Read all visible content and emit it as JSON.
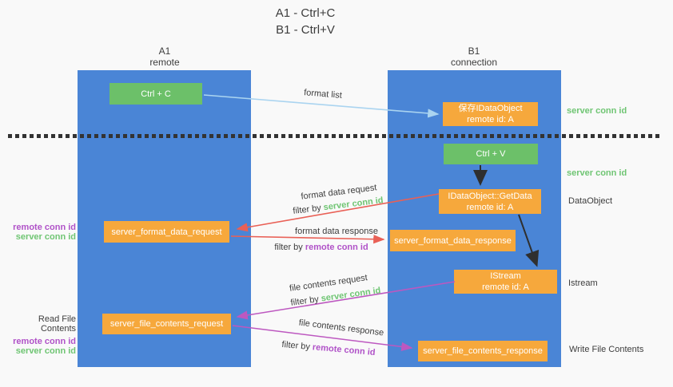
{
  "title": {
    "line1": "A1 - Ctrl+C",
    "line2": "B1 - Ctrl+V"
  },
  "lanes": {
    "left": {
      "title": "A1",
      "subtitle": "remote"
    },
    "right": {
      "title": "B1",
      "subtitle": "connection"
    }
  },
  "nodes": {
    "ctrl_c": "Ctrl + C",
    "ctrl_v": "Ctrl + V",
    "save_idataobject": {
      "line1": "保存IDataObject",
      "line2": "remote id: A"
    },
    "getdata": {
      "line1": "IDataObject::GetData",
      "line2": "remote id: A"
    },
    "istream": {
      "line1": "IStream",
      "line2": "remote id: A"
    },
    "format_request": "server_format_data_request",
    "format_response": "server_format_data_response",
    "file_request": "server_file_contents_request",
    "file_response": "server_file_contents_response"
  },
  "labels": {
    "format_list": "format list",
    "format_data_request": "format data request",
    "format_data_response": "format data response",
    "file_contents_request": "file contents request",
    "file_contents_response": "file contents response",
    "filter_by": "filter by ",
    "server_conn_id": "server conn id",
    "remote_conn_id": "remote conn id"
  },
  "annotations": {
    "server_conn_id_top": "server conn id",
    "server_conn_id_mid": "server conn id",
    "dataobject": "DataObject",
    "istream": "Istream",
    "read_file_contents": "Read File Contents",
    "write_file_contents": "Write File Contents",
    "remote_conn_id": "remote conn id",
    "server_conn_id": "server conn id"
  },
  "colors": {
    "lane_blue": "#4a85d6",
    "box_green": "#6cc069",
    "box_orange": "#f6a83c",
    "green_text": "#6fc573",
    "purple_text": "#b052c8",
    "arrow_red": "#e96056",
    "arrow_purple": "#bd58c0",
    "arrow_light_blue": "#aad4f0",
    "arrow_black": "#2f2f2f",
    "background": "#f9f9f9"
  }
}
